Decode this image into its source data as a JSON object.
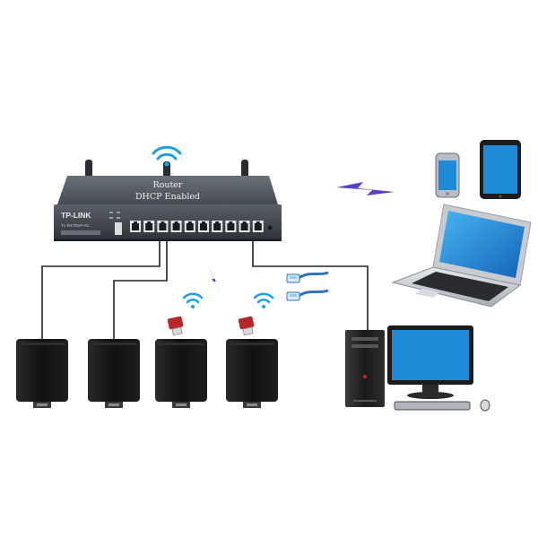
{
  "router": {
    "title": "Router",
    "subtitle": "DHCP Enabled",
    "brand": "TP-LINK",
    "model": "TL-R470GP-AC",
    "port_count": 10
  },
  "colors": {
    "router_body": "#3b4048",
    "cable": "#222222",
    "wifi_signal": "#1aa0e8",
    "wireless_link": "#5a3ec8",
    "ethernet_cable": "#2f72c8",
    "screen_blue": "#1f8ad8",
    "camera_body": "#141414",
    "usb_dongle": "#b8252b"
  },
  "icons": {
    "router_wifi": "wifi-icon",
    "wireless_link": "lightning-icon",
    "network_cable": "ethernet-cable-icon",
    "wifi_dongle": "usb-wifi-adapter-icon"
  },
  "devices": {
    "cameras": [
      {
        "id": "camera-1",
        "connection": "wired"
      },
      {
        "id": "camera-2",
        "connection": "wired"
      },
      {
        "id": "camera-3",
        "connection": "wifi"
      },
      {
        "id": "camera-4",
        "connection": "wifi"
      }
    ],
    "desktop": {
      "connection": "wired"
    },
    "laptop": {
      "connection": "wireless"
    },
    "phone": {
      "connection": "wireless"
    },
    "tablet": {
      "connection": "wireless"
    }
  }
}
